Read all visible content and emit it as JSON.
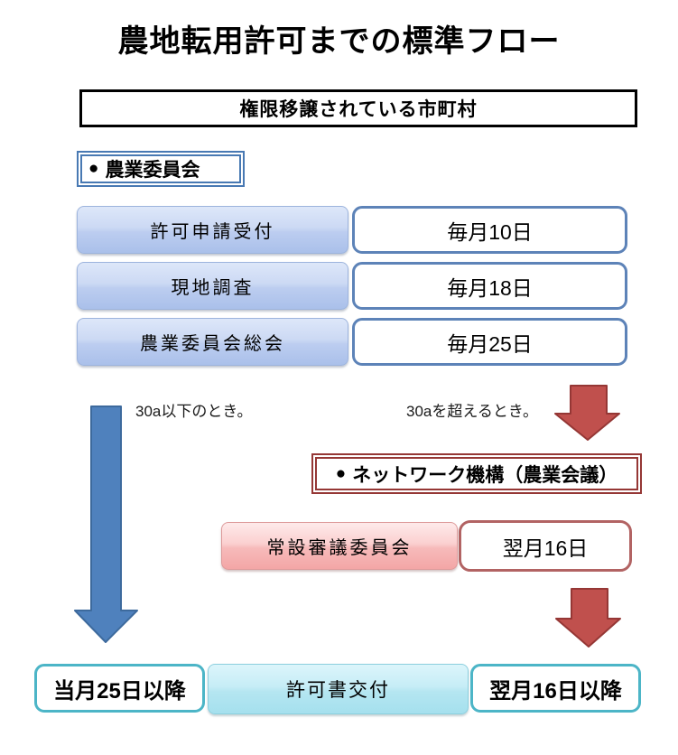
{
  "title": "農地転用許可までの標準フロー",
  "header": {
    "label": "権限移譲されている市町村"
  },
  "committee": {
    "bullet": "●",
    "label": "農業委員会"
  },
  "steps": [
    {
      "label": "許可申請受付",
      "date": "毎月10日"
    },
    {
      "label": "現地調査",
      "date": "毎月18日"
    },
    {
      "label": "農業委員会総会",
      "date": "毎月25日"
    }
  ],
  "branches": {
    "left_label": "30a以下のとき。",
    "right_label": "30aを超えるとき。"
  },
  "network": {
    "bullet": "●",
    "label": "ネットワーク機構（農業会議）"
  },
  "council": {
    "label": "常設審議委員会",
    "date": "翌月16日"
  },
  "results": {
    "left": "当月25日以降",
    "center": "許可書交付",
    "right": "翌月16日以降"
  },
  "colors": {
    "blue_arrow_fill": "#4f81bd",
    "blue_arrow_border": "#3d6a9d",
    "red_arrow_fill": "#c0504d",
    "red_arrow_border": "#953735",
    "step_box_gradient_top": "#dde7f9",
    "step_box_gradient_bottom": "#aac0ea",
    "date_box_border": "#5d83b8",
    "committee_double_border": "#4879b3",
    "network_double_border": "#953735",
    "council_gradient_top": "#feeaea",
    "council_gradient_bottom": "#f3a6a6",
    "council_date_border": "#b26363",
    "result_border_teal": "#4cb5c7",
    "result_center_gradient_top": "#dcf5fb",
    "result_center_gradient_bottom": "#a5e0ee",
    "header_border": "#000000"
  }
}
